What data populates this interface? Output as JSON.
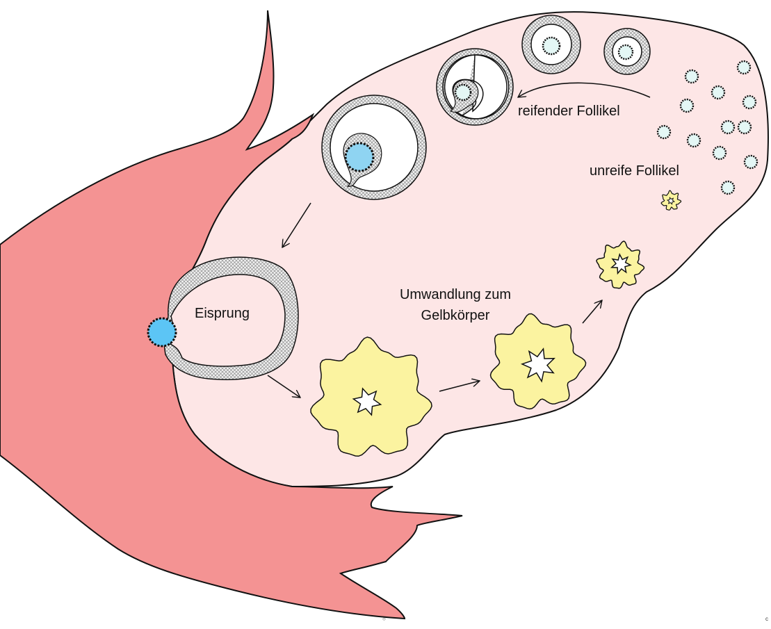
{
  "labels": {
    "maturing": "reifender Follikel",
    "immature": "unreife Follikel",
    "ovulation": "Eisprung",
    "transformation_line1": "Umwandlung zum",
    "transformation_line2": "Gelbkörper"
  },
  "corner_marks": {
    "bottom_center": "○",
    "bottom_right": "c"
  },
  "colors": {
    "ovary_fill": "#fde6e6",
    "tube_fill": "#f49393",
    "outline": "#111111",
    "egg": "#5cc5f5",
    "small_egg": "#e4f7f5",
    "corpus_luteum": "#fbf3a0",
    "theca_hatch": "#c8c8c8"
  }
}
